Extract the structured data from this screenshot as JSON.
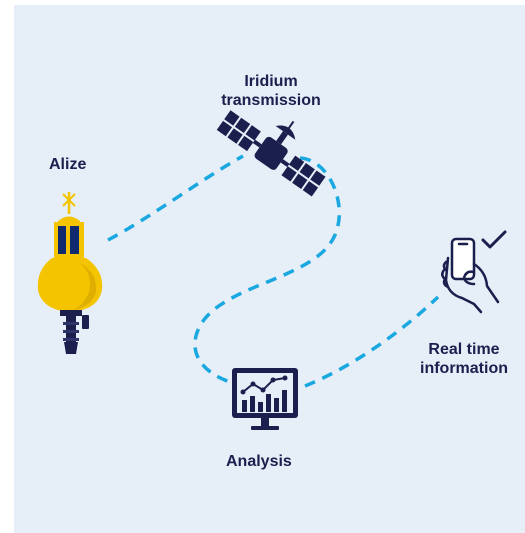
{
  "labels": {
    "alize": "Alize",
    "iridium_line1": "Iridium",
    "iridium_line2": "transmission",
    "analysis": "Analysis",
    "realtime_line1": "Real time",
    "realtime_line2": "information"
  },
  "colors": {
    "background": "#e6eef8",
    "navy": "#1b1f4d",
    "dash": "#19a8df",
    "buoy_yellow": "#f4c400",
    "buoy_shade": "#d8a900",
    "buoy_panel": "#0f2a6e",
    "hand_white": "#ffffff"
  },
  "icons": [
    "buoy-icon",
    "satellite-icon",
    "monitor-chart-icon",
    "hand-phone-check-icon"
  ]
}
